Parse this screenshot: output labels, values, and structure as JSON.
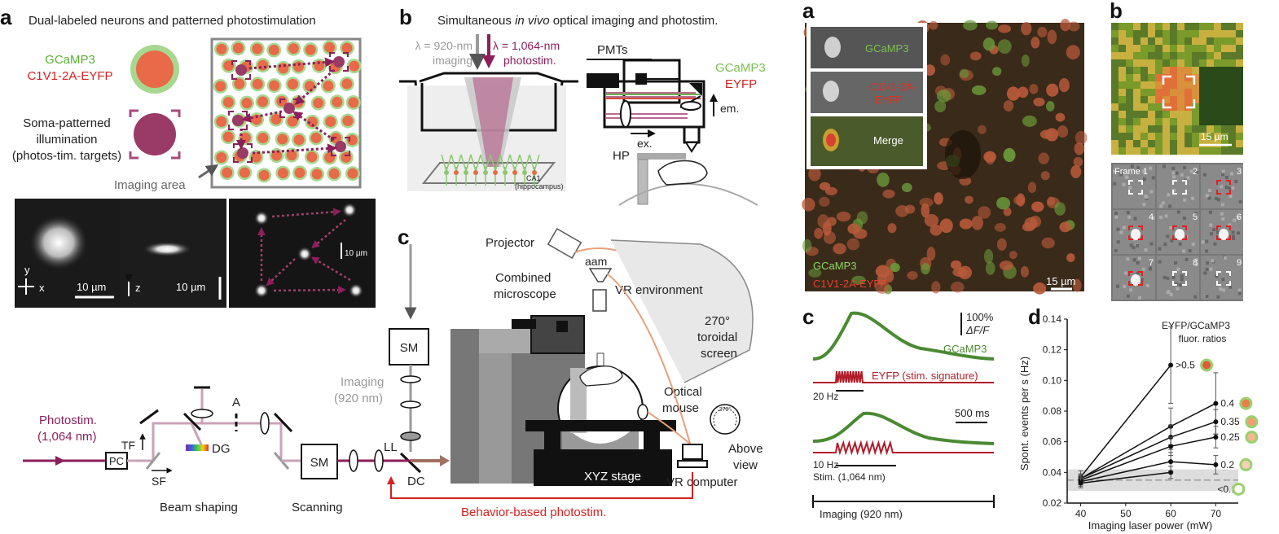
{
  "colors": {
    "green": "#7fc96a",
    "red": "#d8402f",
    "magenta": "#8c1f5a",
    "beam": "#c9a3b8",
    "gray": "#9a9a9a",
    "trace_green": "#4a8a32",
    "trace_red": "#b01e2a",
    "orange_line": "#e8a07a"
  },
  "left": {
    "panel_a": {
      "letter": "a",
      "title": "Dual-labeled neurons and patterned photostimulation",
      "gcamp": "GCaMP3",
      "c1v1": "C1V1-2A-EYFP",
      "soma_line1": "Soma-patterned",
      "soma_line2": "illumination",
      "soma_line3": "(photos-tim. targets)",
      "imaging_area": "Imaging area",
      "axis_y": "y",
      "axis_x": "x",
      "axis_z": "z",
      "scale1": "10 µm",
      "scale2": "10 µm",
      "scale3": "10 µm"
    },
    "panel_b": {
      "letter": "b",
      "title_pre": "Simultaneous ",
      "title_it": "in vivo",
      "title_post": " optical imaging and photostim.",
      "lambda1_l1": "λ = 920-nm",
      "lambda1_l2": "imaging",
      "lambda2_l1": "λ = 1,064-nm",
      "lambda2_l2": "photostim.",
      "pmts": "PMTs",
      "gcamp": "GCaMP3",
      "eyfp": "EYFP",
      "em": "em.",
      "ex": "ex.",
      "hp": "HP",
      "ca1": "CA1",
      "hippocampus": "(hippocampus)"
    },
    "panel_c": {
      "letter": "c",
      "projector": "Projector",
      "combined_l1": "Combined",
      "combined_l2": "microscope",
      "aam": "aam",
      "vr_env": "VR environment",
      "toroidal_l1": "270°",
      "toroidal_l2": "toroidal",
      "toroidal_l3": "screen",
      "optical_l1": "Optical",
      "optical_l2": "mouse",
      "above_l1": "Above",
      "above_l2": "view",
      "above_deg": "270°",
      "sm_top": "SM",
      "imaging_l1": "Imaging",
      "imaging_l2": "(920 nm)",
      "ll": "LL",
      "xyz": "XYZ stage",
      "vr_computer": "VR computer",
      "photostim_l1": "Photostim.",
      "photostim_l2": "(1,064 nm)",
      "pc": "PC",
      "tf": "TF",
      "sf": "SF",
      "dg": "DG",
      "a_lbl": "A",
      "sm_bottom": "SM",
      "dc": "DC",
      "beam_shaping": "Beam shaping",
      "scanning": "Scanning",
      "behavior": "Behavior-based photostim."
    }
  },
  "right": {
    "panel_a": {
      "letter": "a",
      "inset1": "GCaMP3",
      "inset2_l1": "C1V1-2A-",
      "inset2_l2": "EYFP",
      "inset3": "Merge",
      "legend_green": "GCaMP3",
      "legend_red": "C1V1-2A-EYFP",
      "scale": "15 µm"
    },
    "panel_b": {
      "letter": "b",
      "scale": "15 µm",
      "frames": [
        "Frame 1",
        "2",
        "3",
        "4",
        "5",
        "6",
        "7",
        "8",
        "9"
      ]
    },
    "panel_c": {
      "letter": "c",
      "scale_y_l1": "100%",
      "scale_y_l2": "ΔF/F",
      "gcamp": "GCaMP3",
      "eyfp": "EYFP (stim. signature)",
      "hz20": "20 Hz",
      "hz10": "10 Hz",
      "scale_x": "500 ms",
      "stim": "Stim. (1,064 nm)",
      "imaging": "Imaging (920 nm)"
    },
    "panel_d": {
      "letter": "d",
      "legend_title_l1": "EYFP/GCaMP3",
      "legend_title_l2": "fluor. ratios",
      "xlabel": "Imaging laser power (mW)",
      "ylabel": "Spont. events per s (Hz)",
      "chart_data": {
        "type": "line",
        "x": [
          40,
          60,
          70
        ],
        "xlim": [
          37,
          75
        ],
        "ylim": [
          0.02,
          0.14
        ],
        "xticks": [
          "40",
          "50",
          "60",
          "70"
        ],
        "yticks": [
          "0.02",
          "0.04",
          "0.06",
          "0.08",
          "0.10",
          "0.12",
          "0.14"
        ],
        "baseline": 0.035,
        "baseline_band": [
          0.028,
          0.042
        ],
        "series": [
          {
            "name": ">0.5",
            "values": [
              0.037,
              0.11,
              null
            ],
            "err": [
              0.004,
              0.025,
              null
            ]
          },
          {
            "name": "0.4",
            "values": [
              0.036,
              0.07,
              0.085
            ],
            "err": [
              0.003,
              0.012,
              0.02
            ]
          },
          {
            "name": "0.35",
            "values": [
              0.036,
              0.063,
              0.073
            ],
            "err": [
              0.003,
              0.008,
              0.008
            ]
          },
          {
            "name": "0.25",
            "values": [
              0.035,
              0.057,
              0.063
            ],
            "err": [
              0.003,
              0.006,
              0.007
            ]
          },
          {
            "name": "0.2",
            "values": [
              0.034,
              0.047,
              0.045
            ],
            "err": [
              0.003,
              0.006,
              0.006
            ]
          },
          {
            "name": "<0.1",
            "values": [
              0.033,
              0.04,
              null
            ],
            "err": [
              0.003,
              0.004,
              null
            ]
          }
        ]
      }
    }
  }
}
